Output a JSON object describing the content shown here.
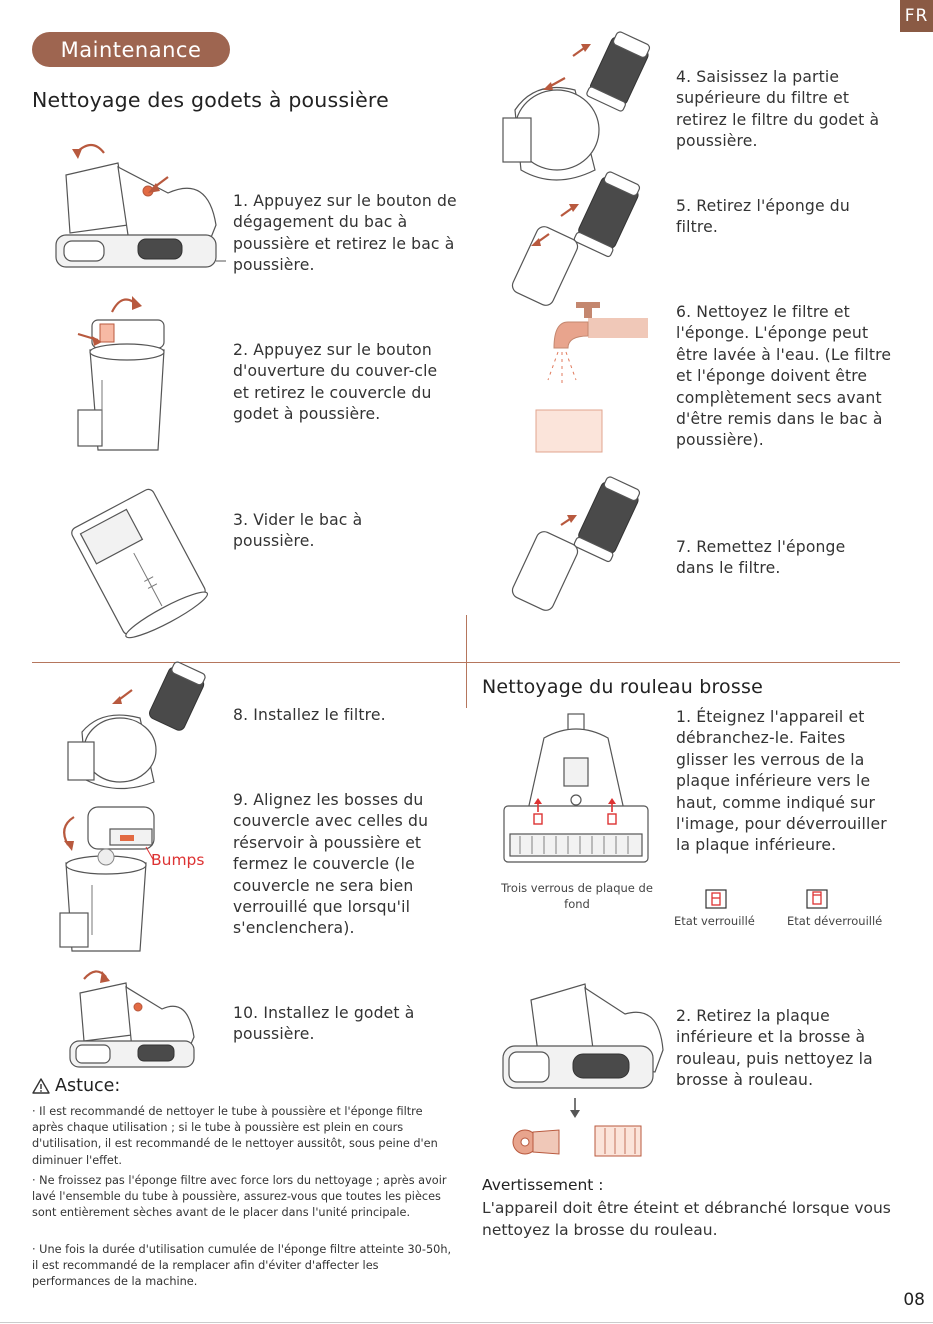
{
  "lang": "FR",
  "page_number": "08",
  "maintenance_label": "Maintenance",
  "dust_cup": {
    "title": "Nettoyage des godets à poussière",
    "steps": [
      "1. Appuyez sur le bouton de dégagement du bac à poussière et retirez le bac à poussière.",
      "2. Appuyez sur le bouton d'ouverture du couver-cle et retirez le couvercle du godet à poussière.",
      "3. Vider le bac à poussière.",
      "4. Saisissez la partie supérieure du filtre et retirez le filtre du godet à poussière.",
      "5. Retirez l'éponge du filtre.",
      "6. Nettoyez le filtre et l'éponge. L'éponge peut être lavée à l'eau. (Le filtre et l'éponge doivent être complètement secs avant d'être remis dans le bac à poussière).",
      "7. Remettez l'éponge dans le filtre.",
      "8. Installez le filtre.",
      "9. Alignez les bosses du couvercle avec celles du réservoir à poussière et fermez le couvercle (le couvercle ne sera bien verrouillé que lorsqu'il s'enclenchera).",
      "10. Installez le godet à poussière."
    ],
    "bumps_label": "Bumps"
  },
  "tip": {
    "title": "Astuce:",
    "items": [
      "· Il est recommandé de nettoyer le tube à poussière et l'éponge filtre après chaque utilisation ; si le tube à poussière est plein en cours d'utilisation, il est recommandé de le nettoyer aussitôt, sous peine d'en diminuer l'effet.",
      "· Ne froissez pas l'éponge filtre avec force lors du nettoyage ; après avoir lavé l'ensemble du tube à poussière, assurez-vous que toutes les pièces sont entièrement sèches avant de le placer dans l'unité principale.",
      "· Une fois la durée d'utilisation cumulée de l'éponge filtre atteinte 30-50h, il est recommandé de la remplacer afin d'éviter d'affecter les performances de la machine."
    ]
  },
  "brush": {
    "title": "Nettoyage du rouleau brosse",
    "step1": "1. Éteignez l'appareil et débranchez-le. Faites glisser les verrous de la plaque inférieure vers le haut, comme indiqué sur l'image, pour déverrouiller la plaque inférieure.",
    "caption": "Trois verrous de plaque de fond",
    "locked": "Etat verrouillé",
    "unlocked": "Etat déverrouillé",
    "step2": "2. Retirez la plaque inférieure et la brosse à rouleau, puis nettoyez la brosse à rouleau.",
    "warning_title": "Avertissement :",
    "warning_text": "L'appareil doit être éteint et débranché lorsque vous nettoyez la brosse du rouleau."
  }
}
